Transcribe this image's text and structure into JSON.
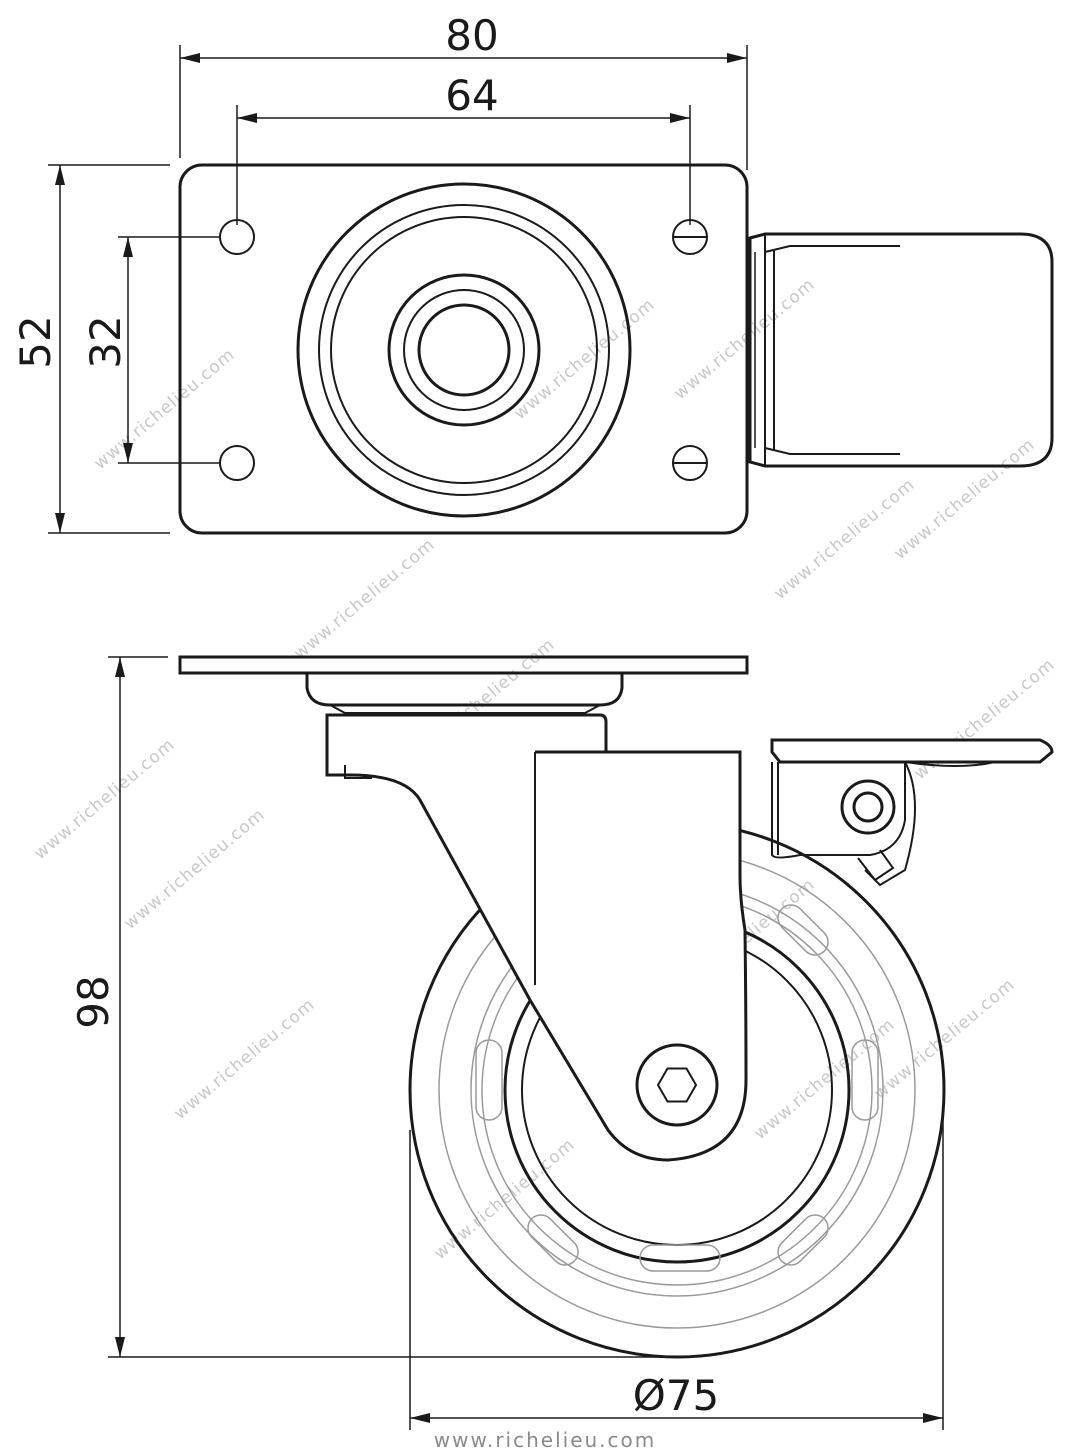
{
  "dimensions": {
    "top_width_outer": "80",
    "top_width_holes": "64",
    "top_height_outer": "52",
    "top_height_holes": "32",
    "side_height": "98",
    "wheel_diameter": "Ø75"
  },
  "watermark": "www.richelieu.com",
  "footer": "www.richelieu.com",
  "colors": {
    "line": "#1a1a1a",
    "watermark": "#c8c8c8",
    "footer": "#8a8a8a"
  }
}
